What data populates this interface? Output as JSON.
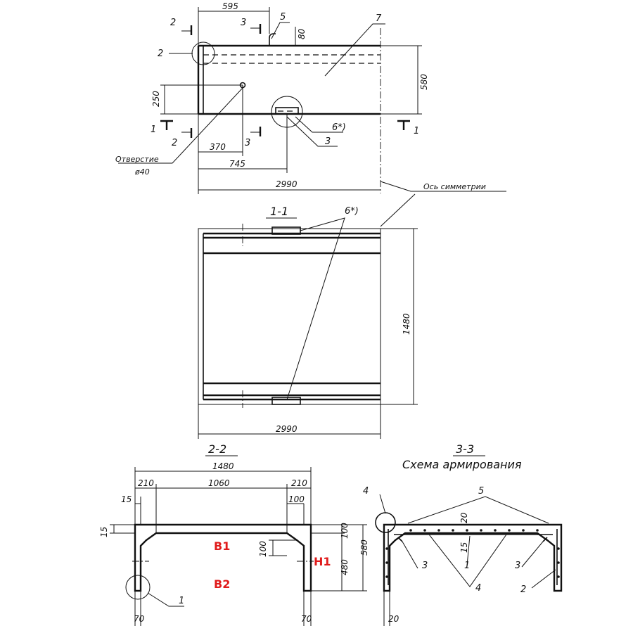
{
  "plan": {
    "dims": {
      "d595": "595",
      "d80": "80",
      "d580": "580",
      "d250": "250",
      "d370": "370",
      "d745": "745",
      "d2990": "2990"
    },
    "callouts": {
      "c2": "2",
      "c3": "3",
      "c5": "5",
      "c7": "7",
      "c6": "6*)",
      "c1": "1"
    },
    "hole_label": "Отверстие",
    "hole_diam": "ø40",
    "axis_label": "Ось симметрии"
  },
  "section_1_1": {
    "title": "1-1",
    "callout": "6*)",
    "dims": {
      "d1480": "1480",
      "d2990": "2990"
    }
  },
  "section_2_2": {
    "title": "2-2",
    "dims": {
      "d1480": "1480",
      "d210a": "210",
      "d1060": "1060",
      "d210b": "210",
      "d15a": "15",
      "d15b": "15",
      "d100a": "100",
      "d100b": "100",
      "d100c": "100",
      "d480": "480",
      "d580": "580",
      "d70a": "70",
      "d70b": "70"
    },
    "callout": "1",
    "marks": {
      "b1": "B1",
      "b2": "B2",
      "h1": "H1"
    }
  },
  "section_3_3": {
    "title": "3-3",
    "subtitle": "Схема армирования",
    "callouts": {
      "c4": "4",
      "c5": "5",
      "c3a": "3",
      "c1": "1",
      "c3b": "3",
      "c4b": "4",
      "c2": "2"
    },
    "dims": {
      "d20a": "20",
      "d15": "15",
      "d20b": "20"
    }
  }
}
